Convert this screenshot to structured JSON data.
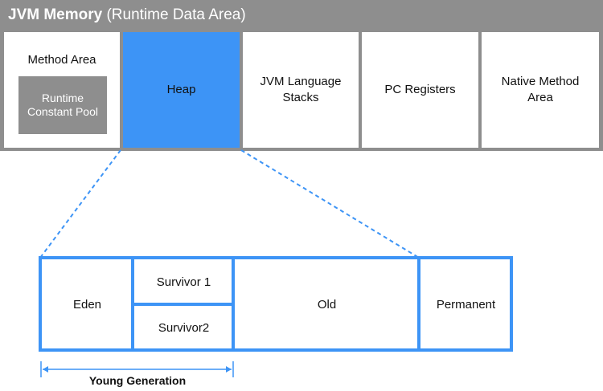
{
  "title": {
    "bold": "JVM Memory",
    "light": "(Runtime Data Area)"
  },
  "runtime_areas": [
    {
      "label": "Method Area",
      "sub": "Runtime\nConstant Pool"
    },
    {
      "label": "Heap"
    },
    {
      "label": "JVM Language\nStacks"
    },
    {
      "label": "PC Registers"
    },
    {
      "label": "Native Method\nArea"
    }
  ],
  "heap_generations": {
    "eden": "Eden",
    "survivor1": "Survivor 1",
    "survivor2": "Survivor2",
    "old": "Old",
    "permanent": "Permanent"
  },
  "young_generation_label": "Young Generation",
  "colors": {
    "heap_blue": "#3d94f6",
    "frame_gray": "#8e8e8e"
  }
}
